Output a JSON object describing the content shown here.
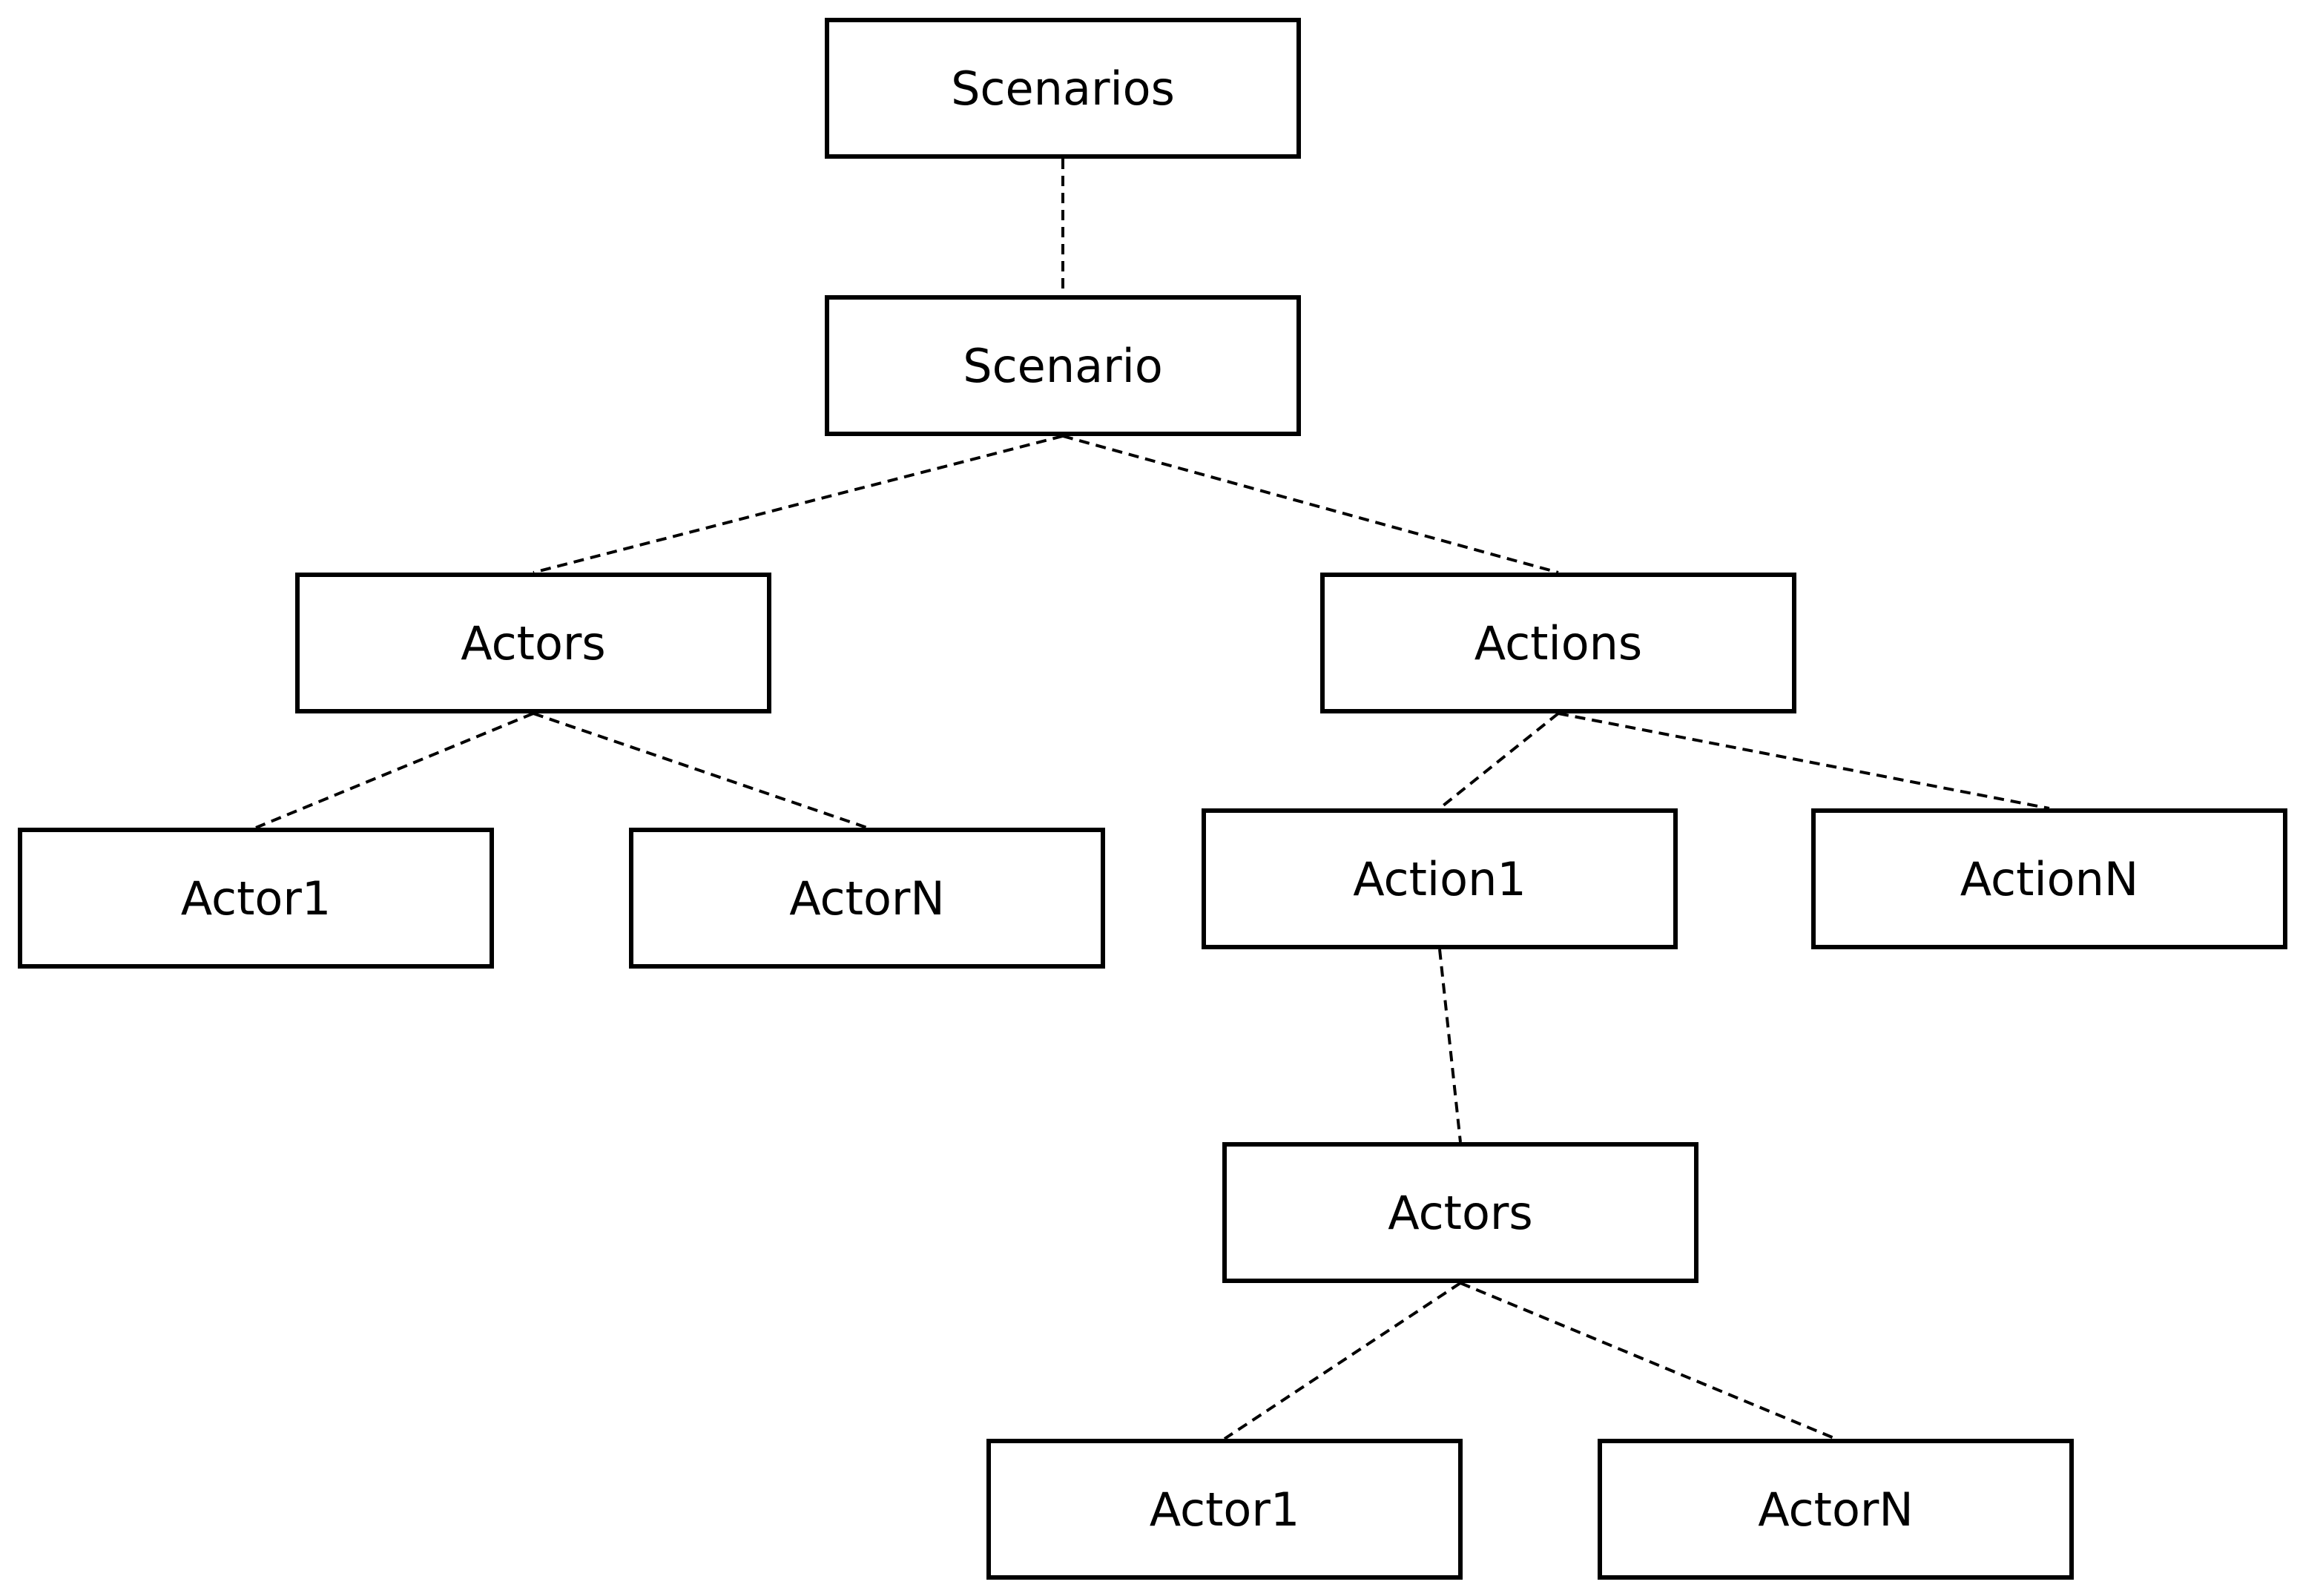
{
  "diagram": {
    "nodes": {
      "scenarios": "Scenarios",
      "scenario": "Scenario",
      "actors": "Actors",
      "actions": "Actions",
      "actor1": "Actor1",
      "actorn": "ActorN",
      "action1": "Action1",
      "actionn": "ActionN",
      "sub_actors": "Actors",
      "sub_actor1": "Actor1",
      "sub_actorn": "ActorN"
    },
    "edges": [
      [
        "scenarios",
        "scenario"
      ],
      [
        "scenario",
        "actors"
      ],
      [
        "scenario",
        "actions"
      ],
      [
        "actors",
        "actor1"
      ],
      [
        "actors",
        "actorn"
      ],
      [
        "actions",
        "action1"
      ],
      [
        "actions",
        "actionn"
      ],
      [
        "action1",
        "sub_actors"
      ],
      [
        "sub_actors",
        "sub_actor1"
      ],
      [
        "sub_actors",
        "sub_actorn"
      ]
    ],
    "line_color": "#000000",
    "line_style": "dashed"
  }
}
